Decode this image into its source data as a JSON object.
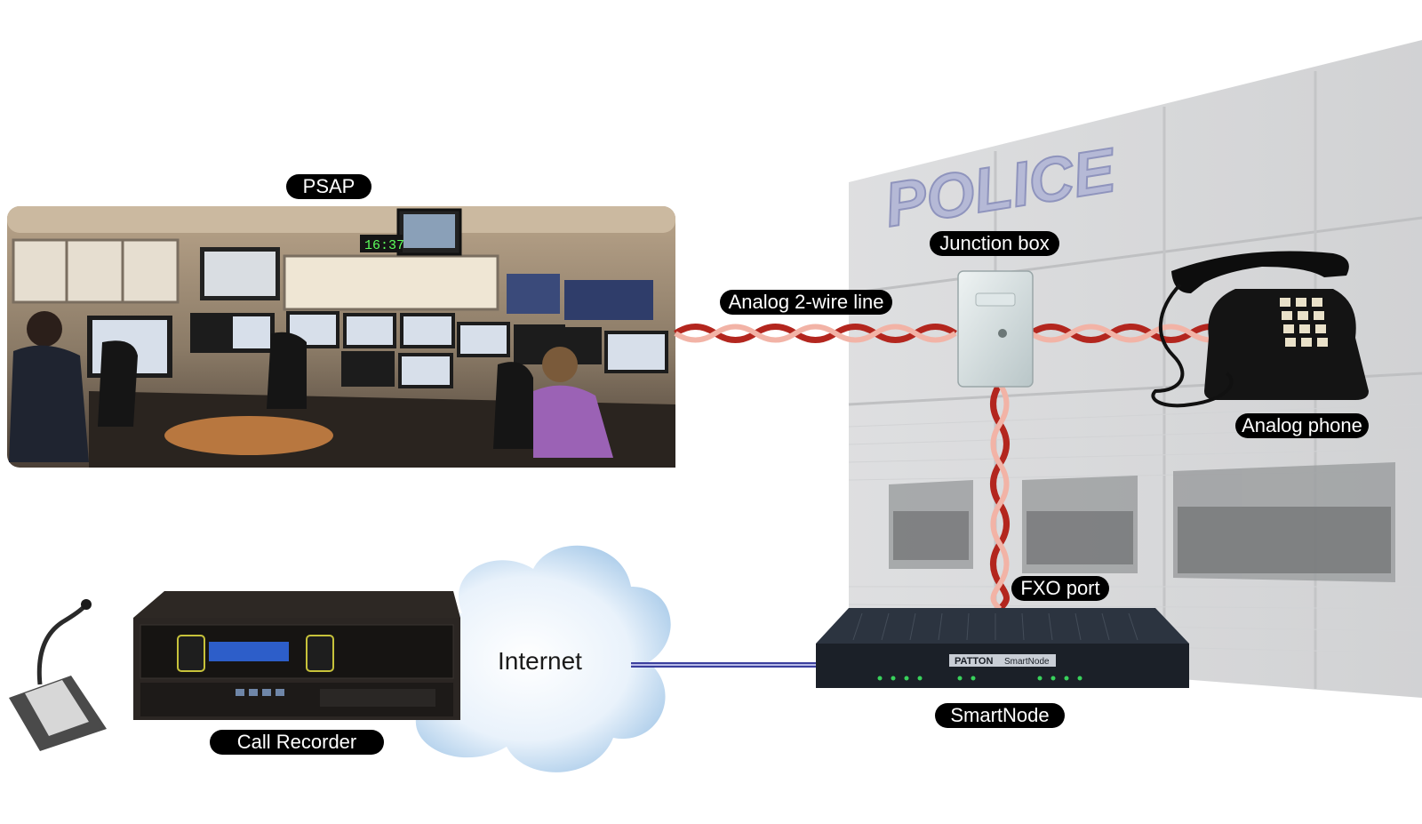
{
  "labels": {
    "psap": "PSAP",
    "junction_box": "Junction box",
    "analog_line": "Analog 2-wire line",
    "analog_phone": "Analog phone",
    "fxo_port": "FXO port",
    "internet": "Internet",
    "smartnode": "SmartNode",
    "call_recorder": "Call Recorder"
  },
  "building_sign": "POLICE",
  "psap_clock": "16:37",
  "device_brand": "PATTON",
  "device_model": "SmartNode",
  "colors": {
    "wire_red": "#b3261e",
    "wire_light": "#f2b3a6",
    "link_blue": "#3b3f9e",
    "label_bg": "#000000",
    "label_text": "#ffffff"
  }
}
